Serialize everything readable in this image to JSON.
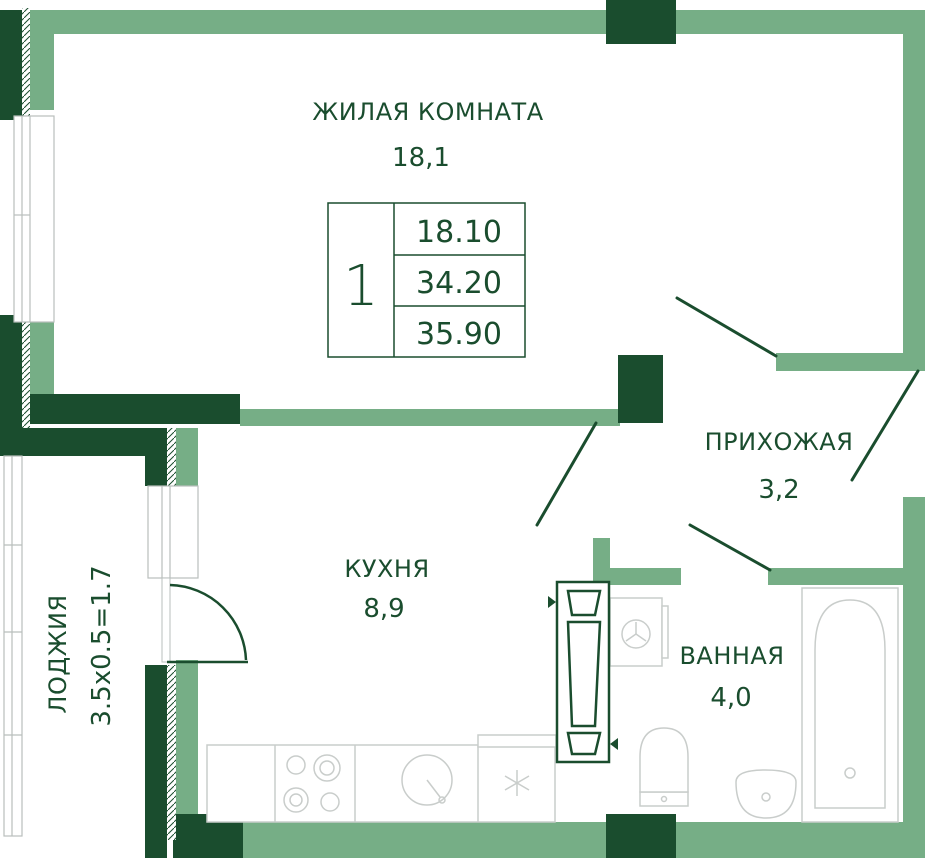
{
  "rooms": {
    "living": {
      "name": "ЖИЛАЯ КОМНАТА",
      "area": "18,1"
    },
    "hallway": {
      "name": "ПРИХОЖАЯ",
      "area": "3,2"
    },
    "kitchen": {
      "name": "КУХНЯ",
      "area": "8,9"
    },
    "bath": {
      "name": "ВАННАЯ",
      "area": "4,0"
    },
    "loggia": {
      "name": "ЛОДЖИЯ",
      "area": "3.5х0.5=1.7"
    }
  },
  "summary": {
    "rooms_count": "1",
    "living_area": "18.10",
    "total_area": "34.20",
    "total_with_loggia": "35.90"
  },
  "colors": {
    "wall_light": "#76ae86",
    "wall_dark": "#1a4d2e",
    "fixture": "#c9cdcb"
  }
}
